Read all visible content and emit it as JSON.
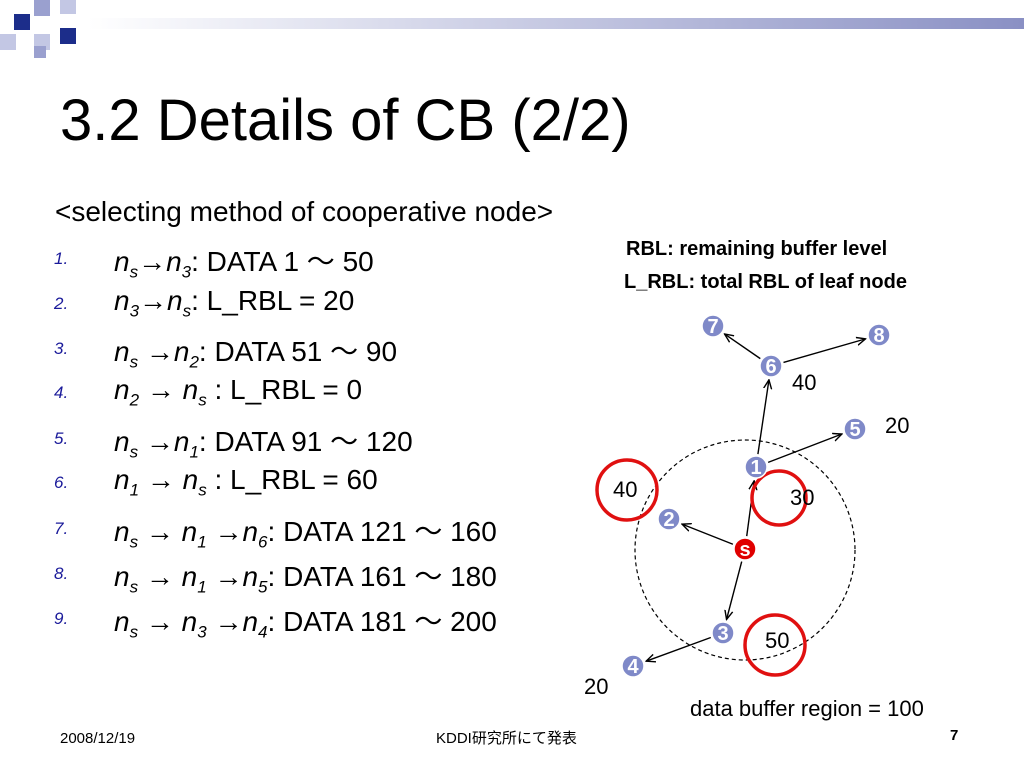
{
  "title": "3.2 Details of CB (2/2)",
  "subheading": "<selecting method of cooperative node>",
  "steps": [
    {
      "num": "1.",
      "parts": [
        [
          "n",
          "s"
        ],
        [
          "→",
          ""
        ],
        [
          "n",
          "3"
        ],
        [
          ": DATA 1 〜 50",
          ""
        ]
      ]
    },
    {
      "num": "2.",
      "parts": [
        [
          "n",
          "3"
        ],
        [
          "→",
          ""
        ],
        [
          "n",
          "s"
        ],
        [
          ": L_RBL = 20",
          ""
        ]
      ]
    },
    {
      "num": "3.",
      "parts": [
        [
          "n",
          "s"
        ],
        [
          " →",
          ""
        ],
        [
          "n",
          "2"
        ],
        [
          ": DATA 51 〜 90",
          ""
        ]
      ]
    },
    {
      "num": "4.",
      "parts": [
        [
          "n",
          "2"
        ],
        [
          " → ",
          ""
        ],
        [
          "n",
          "s"
        ],
        [
          " : L_RBL = 0",
          ""
        ]
      ]
    },
    {
      "num": "5.",
      "parts": [
        [
          "n",
          "s"
        ],
        [
          " →",
          ""
        ],
        [
          "n",
          "1"
        ],
        [
          ": DATA 91 〜 120",
          ""
        ]
      ]
    },
    {
      "num": "6.",
      "parts": [
        [
          "n",
          "1"
        ],
        [
          " → ",
          ""
        ],
        [
          "n",
          "s"
        ],
        [
          " : L_RBL = 60",
          ""
        ]
      ]
    },
    {
      "num": "7.",
      "parts": [
        [
          "n",
          "s"
        ],
        [
          " → ",
          ""
        ],
        [
          "n",
          "1"
        ],
        [
          " →",
          ""
        ],
        [
          "n",
          "6"
        ],
        [
          ": DATA 121 〜 160",
          ""
        ]
      ]
    },
    {
      "num": "8.",
      "parts": [
        [
          "n",
          "s"
        ],
        [
          " → ",
          ""
        ],
        [
          "n",
          "1"
        ],
        [
          " →",
          ""
        ],
        [
          "n",
          "5"
        ],
        [
          ": DATA 161 〜 180",
          ""
        ]
      ]
    },
    {
      "num": "9.",
      "parts": [
        [
          "n",
          "s"
        ],
        [
          " → ",
          ""
        ],
        [
          "n",
          "3"
        ],
        [
          " →",
          ""
        ],
        [
          "n",
          "4"
        ],
        [
          ": DATA 181 〜 200",
          ""
        ]
      ]
    }
  ],
  "legend": {
    "rbl": "RBL: remaining buffer level",
    "lrbl": "L_RBL: total RBL of leaf node"
  },
  "diagram": {
    "nodes": [
      {
        "id": "s",
        "label": "s",
        "color": "#e00000"
      },
      {
        "id": "1",
        "label": "1",
        "color": "#7f89c8"
      },
      {
        "id": "2",
        "label": "2",
        "color": "#7f89c8"
      },
      {
        "id": "3",
        "label": "3",
        "color": "#7f89c8"
      },
      {
        "id": "4",
        "label": "4",
        "color": "#7f89c8"
      },
      {
        "id": "5",
        "label": "5",
        "color": "#7f89c8"
      },
      {
        "id": "6",
        "label": "6",
        "color": "#7f89c8"
      },
      {
        "id": "7",
        "label": "7",
        "color": "#7f89c8"
      },
      {
        "id": "8",
        "label": "8",
        "color": "#7f89c8"
      }
    ],
    "edges": [
      [
        "s",
        "1"
      ],
      [
        "s",
        "2"
      ],
      [
        "s",
        "3"
      ],
      [
        "1",
        "5"
      ],
      [
        "1",
        "6"
      ],
      [
        "3",
        "4"
      ],
      [
        "6",
        "7"
      ],
      [
        "6",
        "8"
      ]
    ],
    "values": [
      {
        "node": "6",
        "text": "40"
      },
      {
        "node": "5",
        "text": "20"
      },
      {
        "node": "2",
        "text": "40"
      },
      {
        "node": "1",
        "text": "30"
      },
      {
        "node": "3",
        "text": "50"
      },
      {
        "node": "4",
        "text": "20"
      }
    ],
    "highlighted": [
      "2",
      "1",
      "3"
    ],
    "region_label": "data buffer region = 100"
  },
  "footer": {
    "date": "2008/12/19",
    "org": "KDDI研究所にて発表",
    "page": "7"
  }
}
